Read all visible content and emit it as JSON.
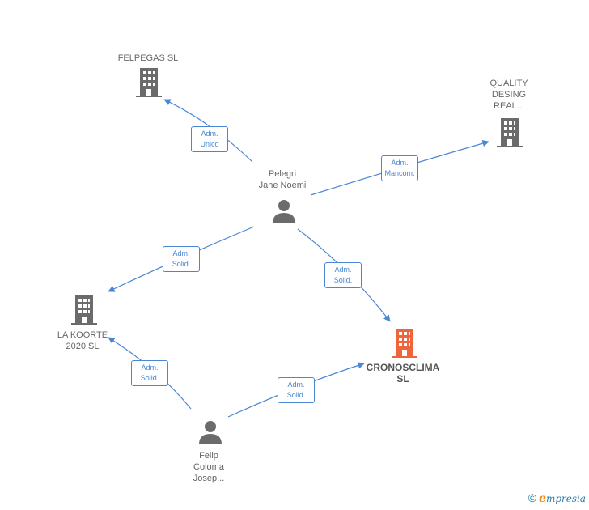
{
  "colors": {
    "edge": "#4a86d4",
    "building": "#6b6b6b",
    "building_main": "#f0643c",
    "person": "#6b6b6b"
  },
  "nodes": {
    "felpegas": {
      "lines": [
        "FELPEGAS  SL"
      ],
      "icon": "building-icon"
    },
    "quality": {
      "lines": [
        "QUALITY",
        "DESING",
        "REAL..."
      ],
      "icon": "building-icon"
    },
    "pelegri": {
      "lines": [
        "Pelegri",
        "Jane Noemi"
      ],
      "icon": "person-icon"
    },
    "lakoorte": {
      "lines": [
        "LA KOORTE",
        "2020  SL"
      ],
      "icon": "building-icon"
    },
    "cronosclima": {
      "lines": [
        "CRONOSCLIMA",
        "SL"
      ],
      "icon": "building-icon"
    },
    "felip": {
      "lines": [
        "Felip",
        "Coloma",
        "Josep..."
      ],
      "icon": "person-icon"
    }
  },
  "edges": {
    "e1": {
      "lines": [
        "Adm.",
        "Unico"
      ]
    },
    "e2": {
      "lines": [
        "Adm.",
        "Mancom."
      ]
    },
    "e3": {
      "lines": [
        "Adm.",
        "Solid."
      ]
    },
    "e4": {
      "lines": [
        "Adm.",
        "Solid."
      ]
    },
    "e5": {
      "lines": [
        "Adm.",
        "Solid."
      ]
    },
    "e6": {
      "lines": [
        "Adm.",
        "Solid."
      ]
    }
  },
  "watermark": {
    "copyright": "©",
    "brand_initial": "e",
    "brand_rest": "mpresia"
  }
}
